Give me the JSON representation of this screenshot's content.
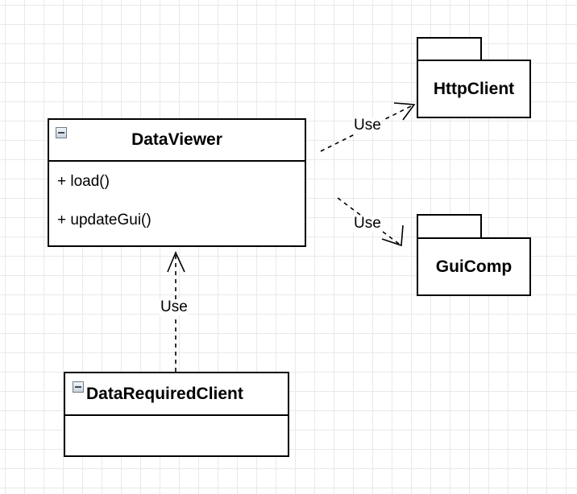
{
  "diagram": {
    "classes": {
      "data_viewer": {
        "name": "DataViewer",
        "methods": [
          "+ load()",
          "+ updateGui()"
        ]
      },
      "data_required_client": {
        "name": "DataRequiredClient",
        "methods": []
      }
    },
    "packages": {
      "http_client": {
        "name": "HttpClient"
      },
      "gui_comp": {
        "name": "GuiComp"
      }
    },
    "relations": [
      {
        "from": "DataViewer",
        "to": "HttpClient",
        "label": "Use"
      },
      {
        "from": "DataViewer",
        "to": "GuiComp",
        "label": "Use"
      },
      {
        "from": "DataRequiredClient",
        "to": "DataViewer",
        "label": "Use"
      }
    ],
    "colors": {
      "grid": "#e9e9e9",
      "stroke": "#000000",
      "toggle_border": "#6c7b8b"
    },
    "icons": [
      "collapse-toggle-icon",
      "open-arrowhead-icon"
    ]
  }
}
